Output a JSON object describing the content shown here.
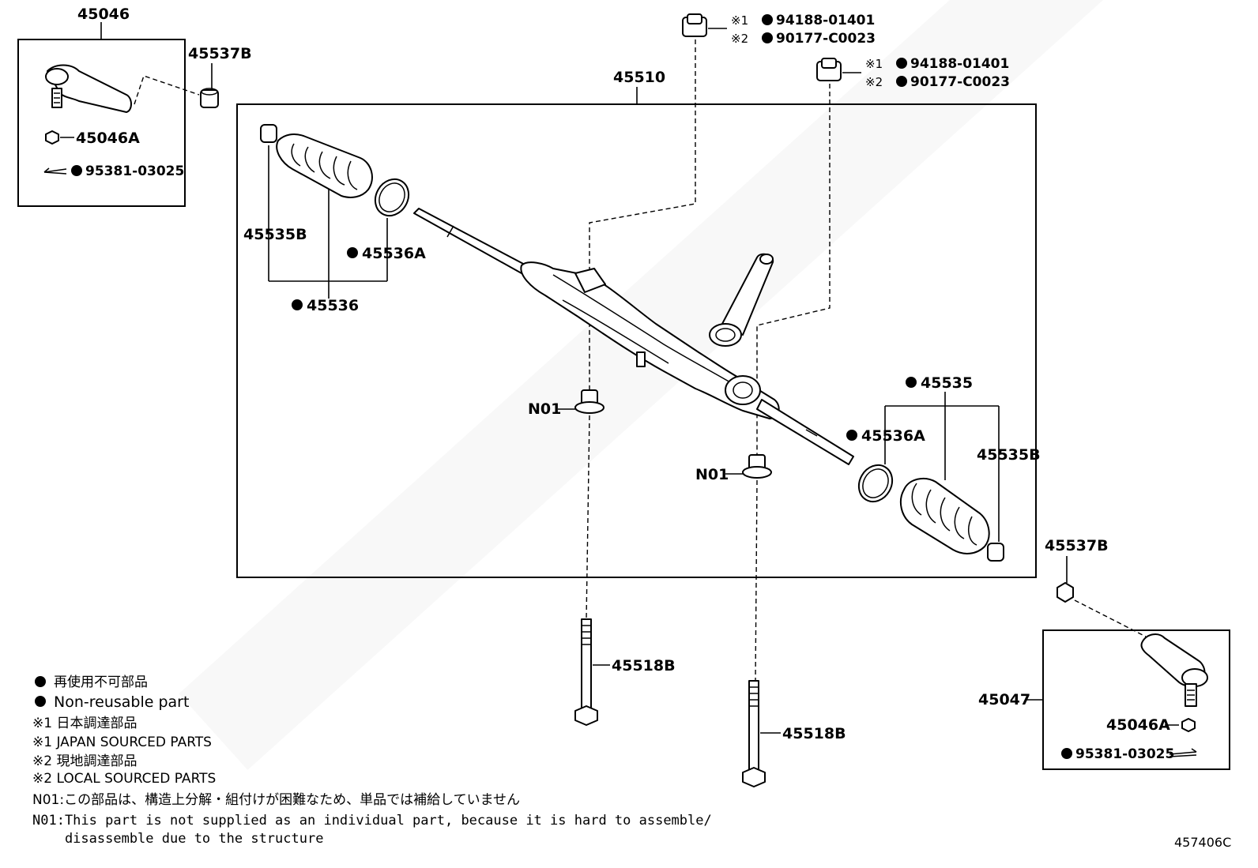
{
  "labels": {
    "tie_rod_end_lh": "45046",
    "nut_lh": "45537B",
    "castle_nut_lh": "45046A",
    "cotter_pin_lh": "95381-03025",
    "rack_assy": "45510",
    "boot_clip_lh": "45535B",
    "boot_band_lh": "45536A",
    "boot_kit_lh": "45536",
    "boot_rh": "45535",
    "boot_band_rh": "45536A",
    "boot_clip_rh": "45535B",
    "bushing_a": "N01",
    "bushing_b": "N01",
    "bolt_a": "45518B",
    "bolt_b": "45518B",
    "nut_rh": "45537B",
    "tie_rod_end_rh": "45047",
    "castle_nut_rh": "45046A",
    "cotter_pin_rh": "95381-03025"
  },
  "nut_callout_1": {
    "mark1": "※1",
    "part1": "94188-01401",
    "mark2": "※2",
    "part2": "90177-C0023"
  },
  "nut_callout_2": {
    "mark1": "※1",
    "part1": "94188-01401",
    "mark2": "※2",
    "part2": "90177-C0023"
  },
  "legend": {
    "nonreusable_jp": "再使用不可部品",
    "nonreusable_en": "Non-reusable part",
    "mark1_jp": "※1 日本調達部品",
    "mark1_en": "※1 JAPAN SOURCED PARTS",
    "mark2_jp": "※2 現地調達部品",
    "mark2_en": "※2 LOCAL SOURCED PARTS",
    "n01_jp": "N01:この部品は、構造上分解・組付けが困難なため、単品では補給していません",
    "n01_en_1": "N01:This part is not supplied as an individual part, because it is hard to assemble/",
    "n01_en_2": "    disassemble due to the structure"
  },
  "diagram_code": "457406C"
}
